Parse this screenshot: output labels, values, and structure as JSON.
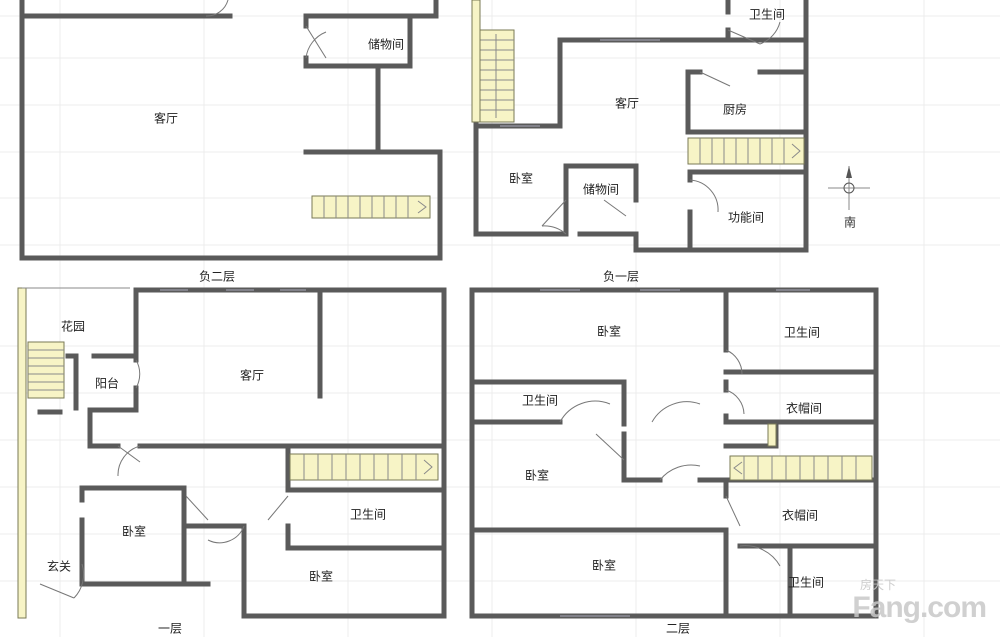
{
  "floors": {
    "b2": {
      "title": "负二层",
      "rooms": {
        "living": "客厅",
        "storage": "储物间"
      }
    },
    "b1": {
      "title": "负一层",
      "rooms": {
        "bath": "卫生间",
        "living": "客厅",
        "kitchen": "厨房",
        "bedroom": "卧室",
        "storage": "储物间",
        "utility": "功能间"
      }
    },
    "f1": {
      "title": "一层",
      "rooms": {
        "garden": "花园",
        "balcony": "阳台",
        "living": "客厅",
        "bedroom_left": "卧室",
        "bath": "卫生间",
        "bedroom_bottom": "卧室",
        "entrance": "玄关"
      }
    },
    "f2": {
      "title": "二层",
      "rooms": {
        "bedroom_top": "卧室",
        "bath_top": "卫生间",
        "bath_left": "卫生间",
        "cloak_top": "衣帽间",
        "bedroom_mid": "卧室",
        "cloak_bottom": "衣帽间",
        "bedroom_bottom": "卧室",
        "bath_bottom": "卫生间"
      }
    }
  },
  "compass": {
    "direction": "南"
  },
  "watermark": {
    "brand": "Fang.com",
    "cn": "房天下"
  },
  "colors": {
    "wall": "#5a5a5a",
    "stair_fill": "#f7f4c6",
    "background": "#ffffff"
  }
}
